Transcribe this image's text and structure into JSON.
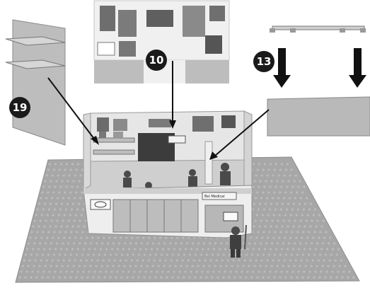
{
  "steps": [
    {
      "number": "19",
      "part": "shelf wall panel"
    },
    {
      "number": "10",
      "part": "poster wall panel"
    },
    {
      "number": "13",
      "part": "counter top and counter panel"
    }
  ],
  "building": {
    "store_sign_text": "Bel  Medical"
  },
  "colors": {
    "badge": "#1a1a1a",
    "panel_light": "#e2e2e2",
    "panel_mid": "#bdbdbd",
    "panel_dark": "#8a8a8a",
    "baseplate": "#a9a9a9",
    "arrow": "#111111"
  }
}
